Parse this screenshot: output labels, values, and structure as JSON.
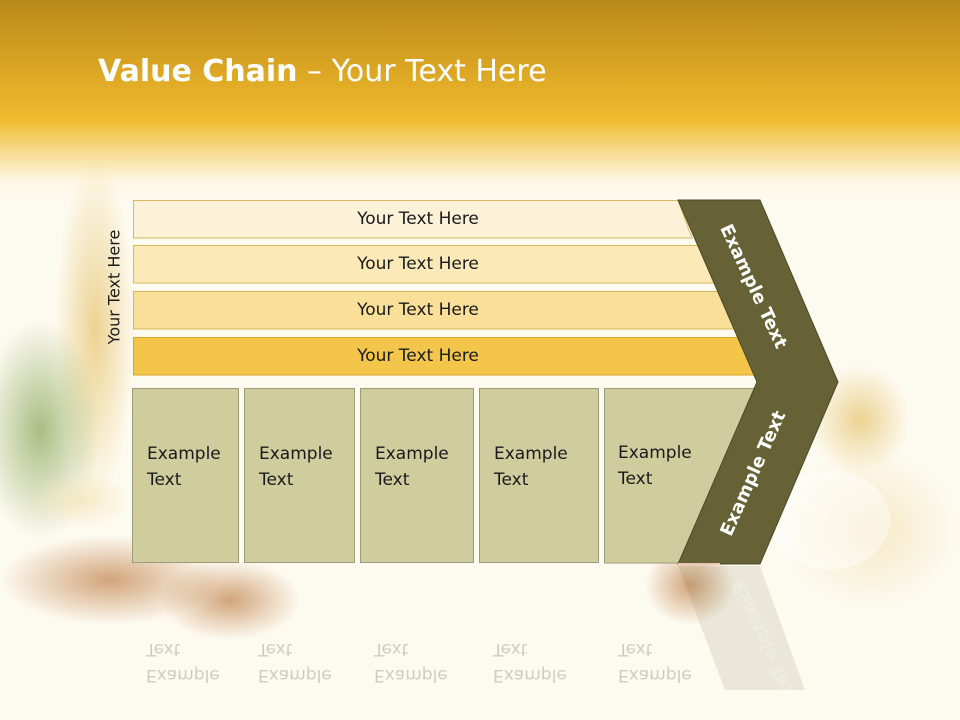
{
  "slide": {
    "title_bold": "Value Chain",
    "title_rest": " – Your Text Here",
    "side_label": "Your Text Here"
  },
  "bars": [
    {
      "label": "Your Text Here",
      "color": "#fbf2d8"
    },
    {
      "label": "Your Text Here",
      "color": "#fbe9b8"
    },
    {
      "label": "Your Text Here",
      "color": "#f9df98"
    },
    {
      "label": "Your Text Here",
      "color": "#f4c54b"
    }
  ],
  "boxes": [
    {
      "line1": "Example",
      "line2": "Text"
    },
    {
      "line1": "Example",
      "line2": "Text"
    },
    {
      "line1": "Example",
      "line2": "Text"
    },
    {
      "line1": "Example",
      "line2": "Text"
    },
    {
      "line1": "Example",
      "line2": "Text"
    }
  ],
  "chevron": {
    "upper_text": "Example Text",
    "lower_text": "Example Text",
    "color": "#666236"
  }
}
